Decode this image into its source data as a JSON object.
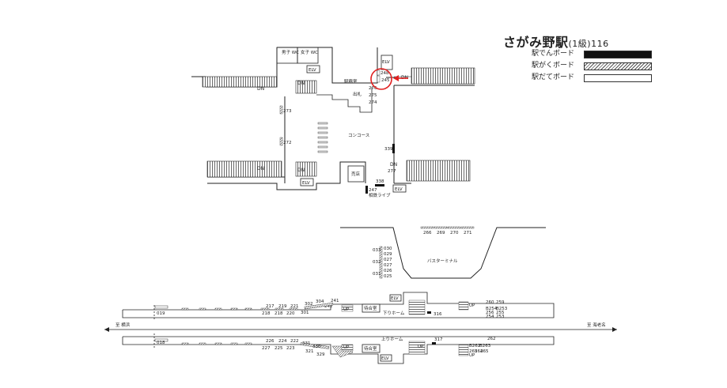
{
  "title": {
    "station": "さがみ野駅",
    "grade": "(1級)",
    "code": "116"
  },
  "legend": [
    {
      "label": "駅でんボード",
      "style": "solid"
    },
    {
      "label": "駅がくボード",
      "style": "hatched"
    },
    {
      "label": "駅だてボード",
      "style": "outline"
    }
  ],
  "upper": {
    "men_wc": "男子\nWC",
    "women_wc": "女子\nWC",
    "elv": "ELV",
    "dn": "DN",
    "station_office": "駅務室",
    "ticket_gate": "出札",
    "concourse": "コンコース",
    "shop": "売店",
    "library": "相鉄ライブ",
    "boards": {
      "b248": "248",
      "b245": "245",
      "b276": "276",
      "b275": "275",
      "b274": "274",
      "b273": "273",
      "b272": "272",
      "b339": "339",
      "b277": "277",
      "b338": "338",
      "b247": "247"
    },
    "marker_color": "#e02020"
  },
  "bus": {
    "terminal": "バスターミナル",
    "top_boards": [
      "266",
      "269",
      "270",
      "271"
    ],
    "left_pairs": [
      [
        "033",
        "030"
      ],
      [
        "",
        "029"
      ],
      [
        "032",
        "027"
      ],
      [
        "",
        "027"
      ],
      [
        "031",
        "026"
      ],
      [
        "",
        "025"
      ]
    ]
  },
  "platform": {
    "left_dir": "至 横浜",
    "right_dir": "至 海老名",
    "waiting": "待合室",
    "elv": "ELV",
    "up": "UP",
    "down_home": "下りホーム",
    "up_home": "上りホーム",
    "down": {
      "b019": "019",
      "top": [
        "217",
        "219",
        "221"
      ],
      "bottom": [
        "218",
        "218",
        "220"
      ],
      "b302": "302",
      "b301": "301",
      "b304": "304",
      "b241": "241",
      "b242": "242",
      "b316": "316",
      "right_top": [
        "260",
        "259"
      ],
      "right_mid": [
        "B254",
        "B253"
      ],
      "right_low": [
        "256",
        "255"
      ],
      "right_bot": [
        "254",
        "253"
      ]
    },
    "upside": {
      "b018": "018",
      "top": [
        "226",
        "224",
        "222"
      ],
      "bottom": [
        "227",
        "225",
        "223"
      ],
      "b331": "331",
      "b330": "330",
      "b321": "321",
      "b329": "329",
      "b317": "317",
      "right_top": [
        "262",
        "B262",
        "B263"
      ],
      "right_bot": [
        "265",
        "264",
        "265"
      ]
    }
  }
}
